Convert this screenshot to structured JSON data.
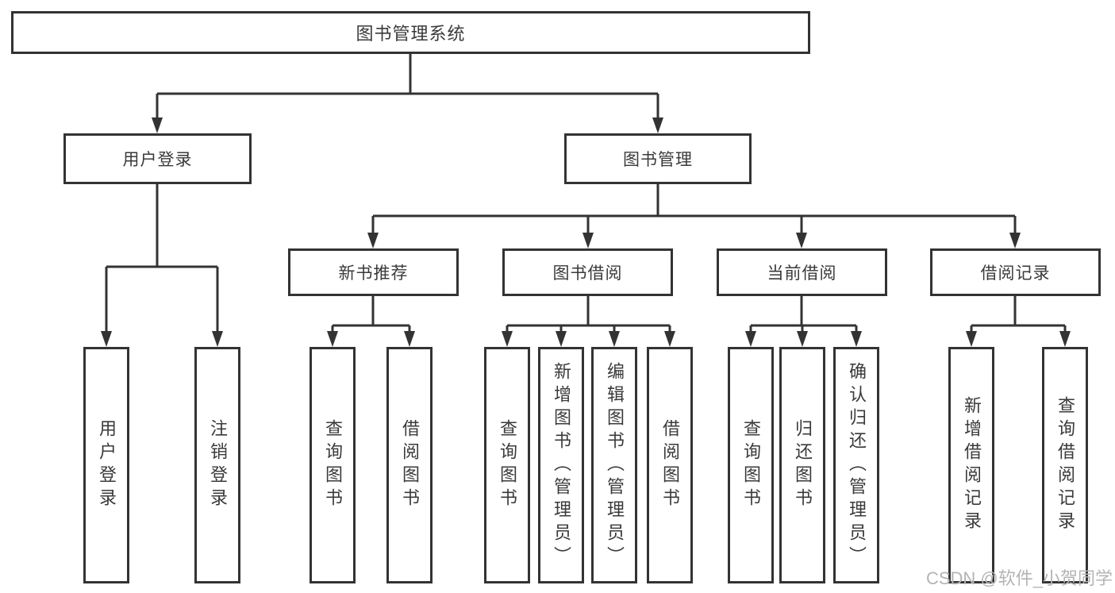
{
  "diagram": {
    "root": {
      "label": "图书管理系统"
    },
    "level2": [
      {
        "label": "用户登录"
      },
      {
        "label": "图书管理"
      }
    ],
    "user_login_leaves": [
      "用户登录",
      "注销登录"
    ],
    "groups": [
      {
        "label": "新书推荐",
        "leaves": [
          "查询图书",
          "借阅图书"
        ]
      },
      {
        "label": "图书借阅",
        "leaves": [
          "查询图书",
          "新增图书（管理员）",
          "编辑图书（管理员）",
          "借阅图书"
        ]
      },
      {
        "label": "当前借阅",
        "leaves": [
          "查询图书",
          "归还图书",
          "确认归还（管理员）"
        ]
      },
      {
        "label": "借阅记录",
        "leaves": [
          "新增借阅记录",
          "查询借阅记录"
        ]
      }
    ]
  },
  "watermark": {
    "text": "CSDN @软件_小贺同学"
  },
  "colors": {
    "line": "#333333",
    "text": "#3a3a3a",
    "box_background": "#ffffff",
    "page_background": "#ffffff",
    "watermark": "#b4b4b4"
  }
}
